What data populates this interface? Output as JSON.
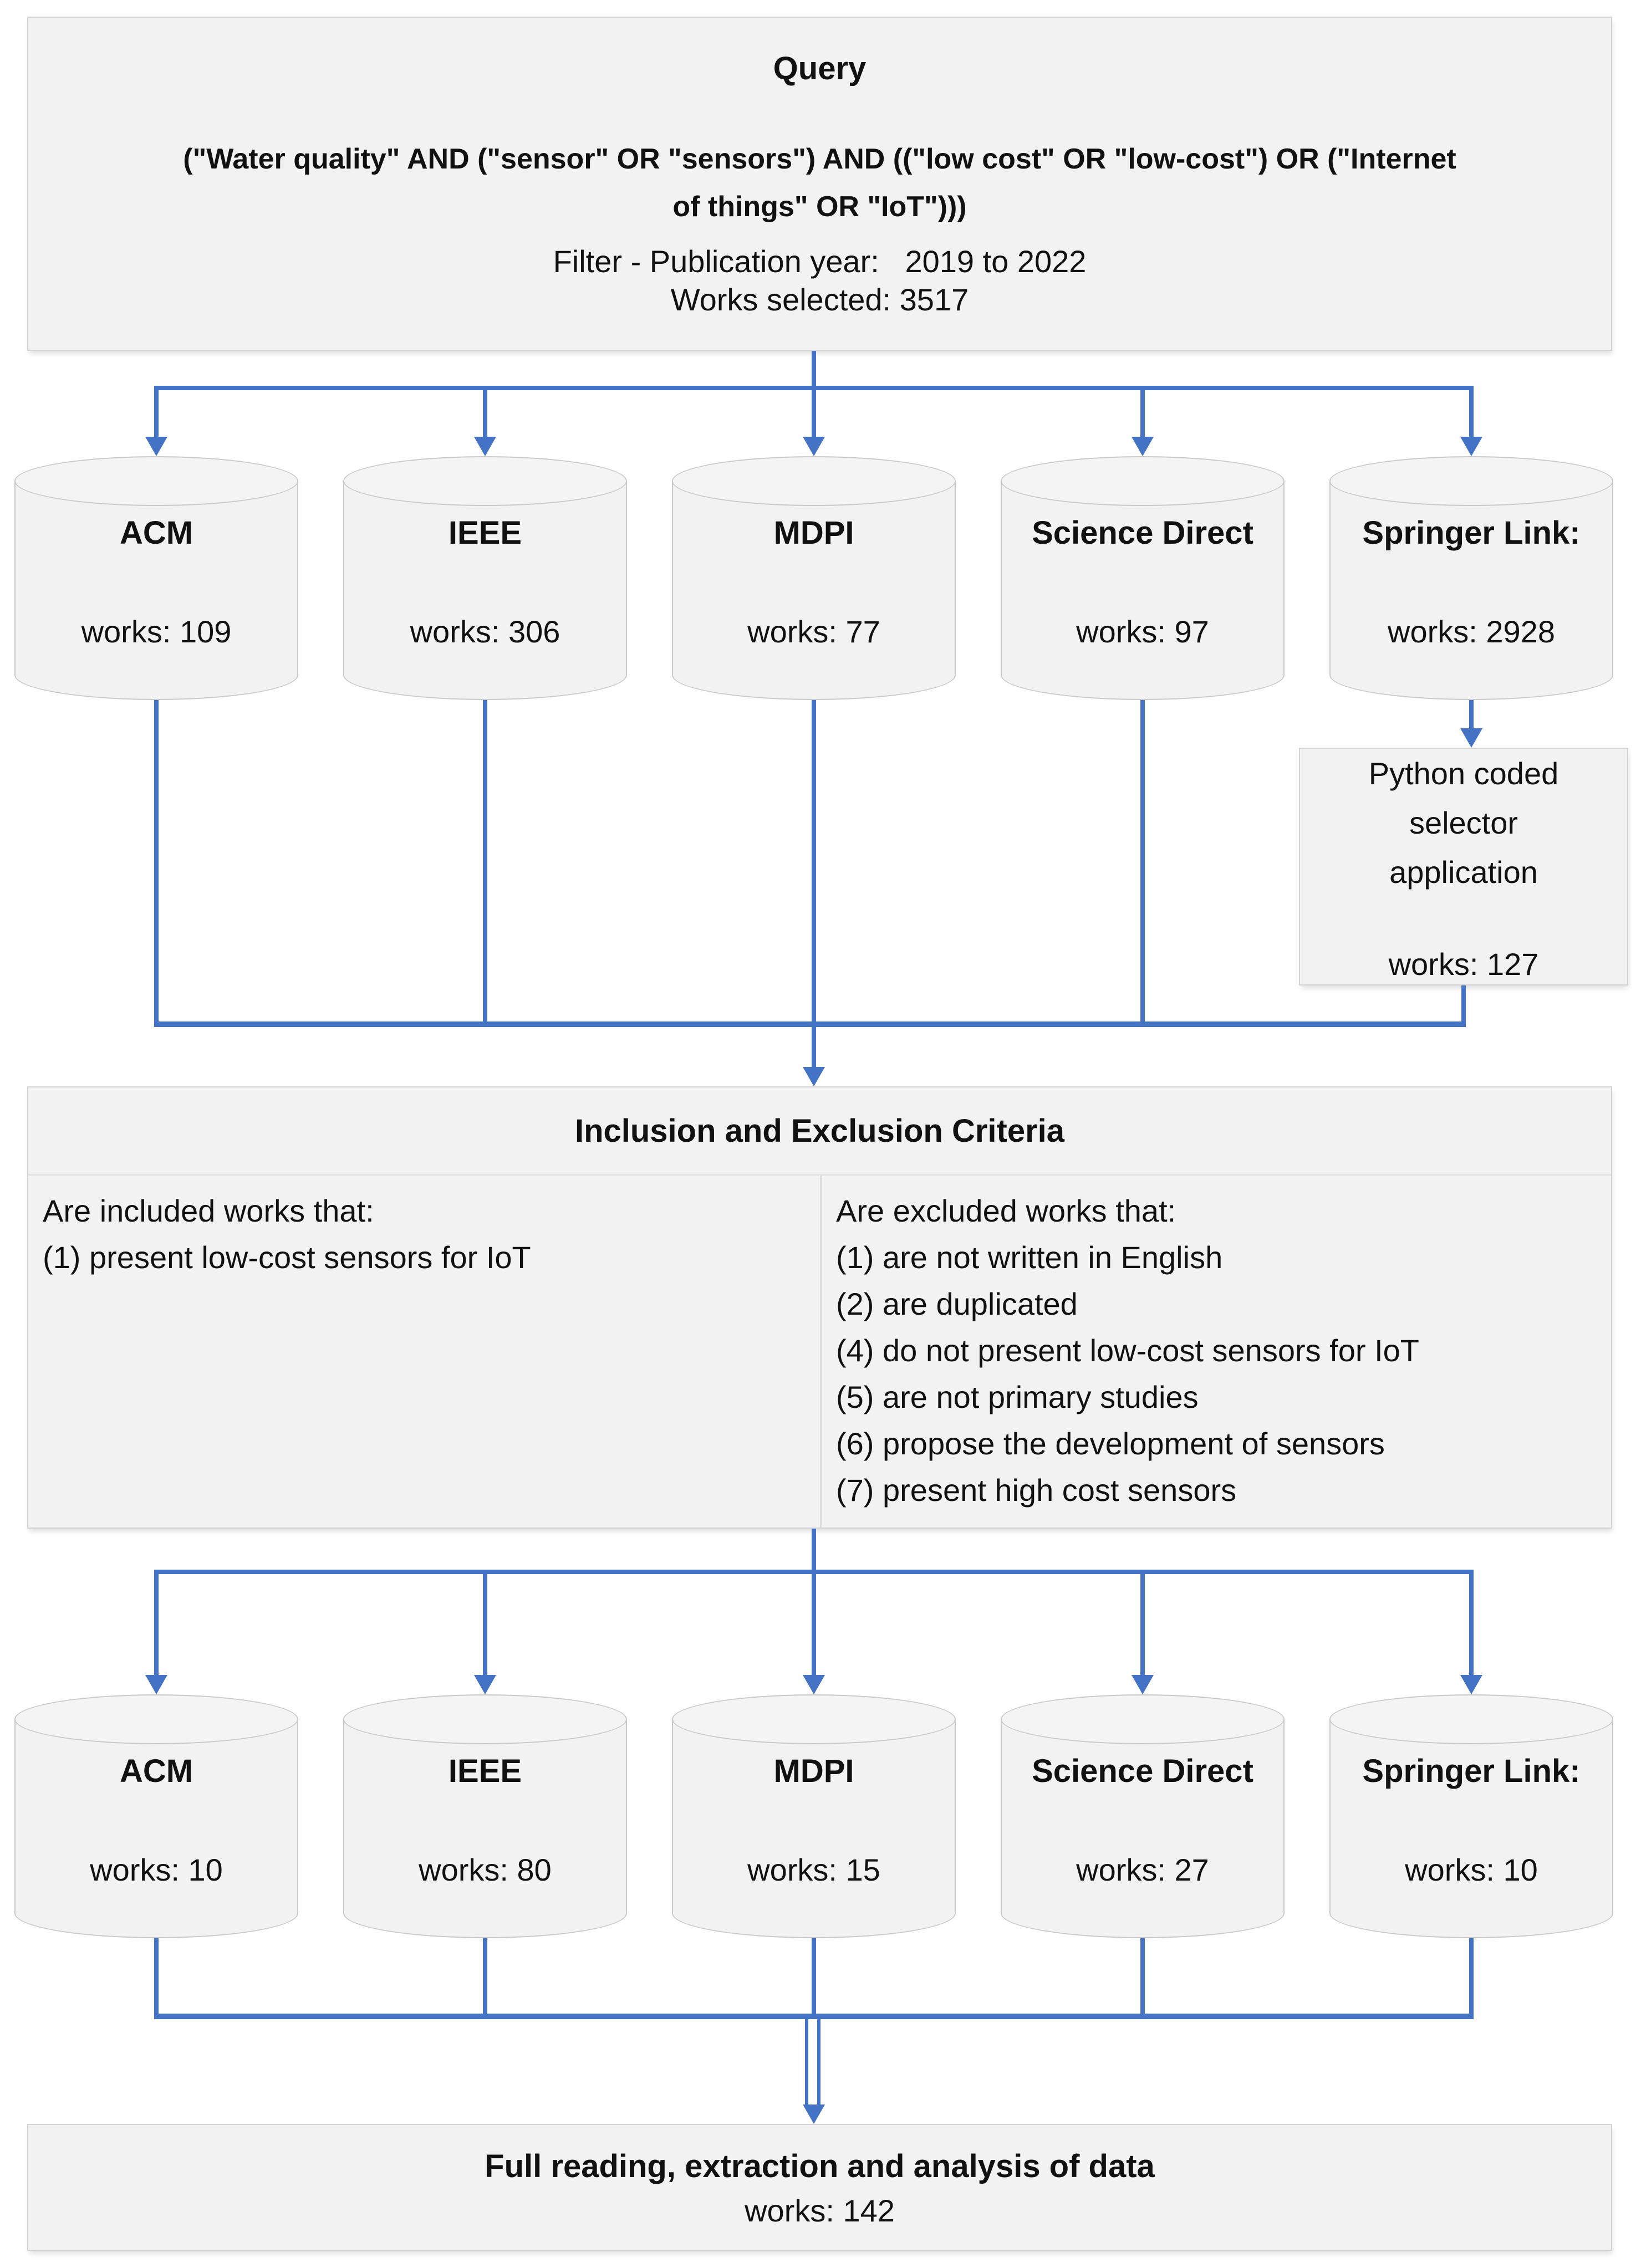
{
  "query_box": {
    "title": "Query",
    "query_string": "(\"Water quality\" AND (\"sensor\" OR \"sensors\") AND ((\"low cost\" OR \"low-cost\") OR (\"Internet\nof things\" OR \"IoT\")))",
    "filter": "Filter - Publication year:   2019 to 2022",
    "works": "Works selected: 3517"
  },
  "databases_initial": [
    {
      "name": "ACM",
      "works": "works: 109"
    },
    {
      "name": "IEEE",
      "works": "works: 306"
    },
    {
      "name": "MDPI",
      "works": "works: 77"
    },
    {
      "name": "Science Direct",
      "works": "works: 97"
    },
    {
      "name": "Springer Link:",
      "works": "works: 2928"
    }
  ],
  "selector_box": {
    "title": "Python coded\nselector\napplication",
    "works": "works: 127"
  },
  "criteria_box": {
    "title": "Inclusion and Exclusion Criteria",
    "included_header": "Are included works that:",
    "included_items": [
      "(1) present low-cost sensors for IoT"
    ],
    "excluded_header": "Are excluded works that:",
    "excluded_items": [
      "(1) are not written in English",
      "(2) are duplicated",
      "(4) do not present low-cost sensors for IoT",
      "(5) are not primary studies",
      "(6) propose the development of sensors",
      "(7) present high cost sensors"
    ]
  },
  "databases_filtered": [
    {
      "name": "ACM",
      "works": "works: 10"
    },
    {
      "name": "IEEE",
      "works": "works: 80"
    },
    {
      "name": "MDPI",
      "works": "works: 15"
    },
    {
      "name": "Science Direct",
      "works": "works: 27"
    },
    {
      "name": "Springer Link:",
      "works": "works: 10"
    }
  ],
  "final_box": {
    "title": "Full reading, extraction and analysis of data",
    "works": "works: 142"
  },
  "colors": {
    "arrow": "#4472c4",
    "box_fill": "#f2f2f2",
    "box_border": "#d4d4d4"
  }
}
